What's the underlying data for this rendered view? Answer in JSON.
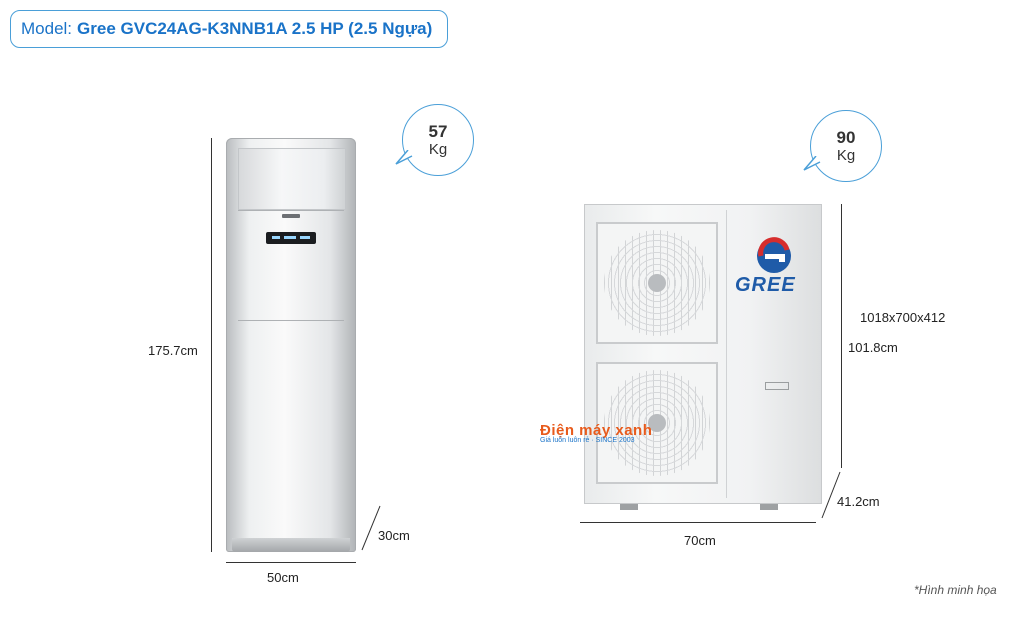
{
  "model": {
    "label": "Model:",
    "value": "Gree GVC24AG-K3NNB1A 2.5 HP (2.5 Ngựa)"
  },
  "indoor": {
    "weight_value": "57",
    "weight_unit": "Kg",
    "height": "175.7cm",
    "width": "50cm",
    "depth": "30cm"
  },
  "outdoor": {
    "weight_value": "90",
    "weight_unit": "Kg",
    "size": "1018x700x412",
    "height": "101.8cm",
    "width": "70cm",
    "depth": "41.2cm",
    "brand": "GREE"
  },
  "watermark": {
    "brand": "Điện máy xanh",
    "slogan": "Giá luôn luôn rẻ · SINCE 2003"
  },
  "footnote": "*Hình minh họa",
  "colors": {
    "accent": "#1a73c8",
    "border": "#4a9fd8",
    "gree_blue": "#1f5ba8",
    "gree_red": "#d62d2d"
  }
}
